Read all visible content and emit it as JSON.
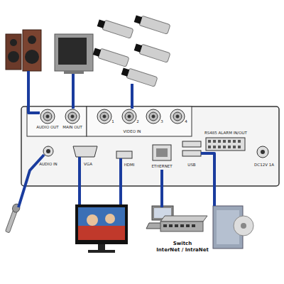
{
  "diagram": {
    "nodes": [
      {
        "text": [
          "AUDIO OUT"
        ]
      },
      {
        "text": [
          "MAIN OUT"
        ]
      },
      {
        "text": [
          "VIDEO IN"
        ]
      },
      {
        "text": [
          "RS485 ALARM IN/OUT"
        ]
      },
      {
        "text": [
          "AUDIO IN"
        ]
      },
      {
        "text": [
          "VGA"
        ]
      },
      {
        "text": [
          "HDMI"
        ]
      },
      {
        "text": [
          "ETHERNET"
        ]
      },
      {
        "text": [
          "USB"
        ]
      },
      {
        "text": [
          "DC12V 1A"
        ]
      },
      {
        "text": [
          "Switch",
          "InterNet / IntraNet"
        ]
      }
    ],
    "edges": [
      {
        "from": 7,
        "to": 10,
        "arrow": "none"
      }
    ],
    "labels": [
      "1",
      "2",
      "3",
      "4"
    ]
  }
}
